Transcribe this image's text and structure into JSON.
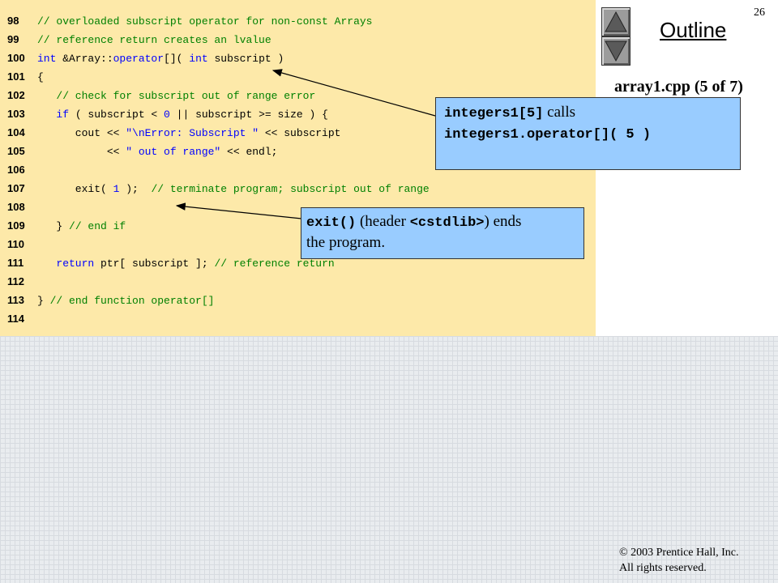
{
  "slide": {
    "number": "26",
    "outline_label": "Outline",
    "subtitle": "array1.cpp (5 of 7)",
    "nav": {
      "up_icon": "triangle-up-icon",
      "down_icon": "triangle-down-icon"
    }
  },
  "code_lines": [
    {
      "num": "98",
      "segments": [
        {
          "t": "// overloaded subscript operator for non-const Arrays",
          "c": "cm"
        }
      ]
    },
    {
      "num": "99",
      "segments": [
        {
          "t": "// reference return creates an lvalue",
          "c": "cm"
        }
      ]
    },
    {
      "num": "100",
      "segments": [
        {
          "t": "int",
          "c": "kw"
        },
        {
          "t": " &Array::",
          "c": ""
        },
        {
          "t": "operator",
          "c": "kw"
        },
        {
          "t": "[]( ",
          "c": ""
        },
        {
          "t": "int",
          "c": "kw"
        },
        {
          "t": " subscript )",
          "c": ""
        }
      ]
    },
    {
      "num": "101",
      "segments": [
        {
          "t": "{",
          "c": ""
        }
      ]
    },
    {
      "num": "102",
      "segments": [
        {
          "t": "   // check for subscript out of range error",
          "c": "cm"
        }
      ]
    },
    {
      "num": "103",
      "segments": [
        {
          "t": "   ",
          "c": ""
        },
        {
          "t": "if",
          "c": "kw"
        },
        {
          "t": " ( subscript < ",
          "c": ""
        },
        {
          "t": "0",
          "c": "kw"
        },
        {
          "t": " || subscript >= size ) {",
          "c": ""
        }
      ]
    },
    {
      "num": "104",
      "segments": [
        {
          "t": "      cout << ",
          "c": ""
        },
        {
          "t": "\"\\nError: Subscript \"",
          "c": "st"
        },
        {
          "t": " << subscript",
          "c": ""
        }
      ]
    },
    {
      "num": "105",
      "segments": [
        {
          "t": "           << ",
          "c": ""
        },
        {
          "t": "\" out of range\"",
          "c": "st"
        },
        {
          "t": " << endl;",
          "c": ""
        }
      ]
    },
    {
      "num": "106",
      "segments": []
    },
    {
      "num": "107",
      "segments": [
        {
          "t": "      exit( ",
          "c": ""
        },
        {
          "t": "1",
          "c": "kw"
        },
        {
          "t": " );  ",
          "c": ""
        },
        {
          "t": "// terminate program; subscript out of range",
          "c": "cm"
        }
      ]
    },
    {
      "num": "108",
      "segments": []
    },
    {
      "num": "109",
      "segments": [
        {
          "t": "   } ",
          "c": ""
        },
        {
          "t": "// end if",
          "c": "cm"
        }
      ]
    },
    {
      "num": "110",
      "segments": []
    },
    {
      "num": "111",
      "segments": [
        {
          "t": "   ",
          "c": ""
        },
        {
          "t": "return",
          "c": "kw"
        },
        {
          "t": " ptr[ subscript ]; ",
          "c": ""
        },
        {
          "t": "// reference return",
          "c": "cm"
        }
      ]
    },
    {
      "num": "112",
      "segments": []
    },
    {
      "num": "113",
      "segments": [
        {
          "t": "} ",
          "c": ""
        },
        {
          "t": "// end function operator[]",
          "c": "cm"
        }
      ]
    },
    {
      "num": "114",
      "segments": []
    }
  ],
  "callouts": {
    "first": {
      "line1_code": "integers1[5]",
      "line1_text": " calls",
      "line2_code": "integers1.operator[]( 5 )"
    },
    "second": {
      "code": "exit()",
      "text_a": " (header ",
      "code_b": "<cstdlib>",
      "text_b": ") ends",
      "line2": "the program."
    }
  },
  "footer": {
    "copyright": "© 2003 Prentice Hall, Inc.",
    "rights": "All rights reserved."
  },
  "colors": {
    "code_bg": "#fde9a9",
    "callout_bg": "#99ccff",
    "comment": "#008000",
    "keyword": "#0000ff"
  }
}
